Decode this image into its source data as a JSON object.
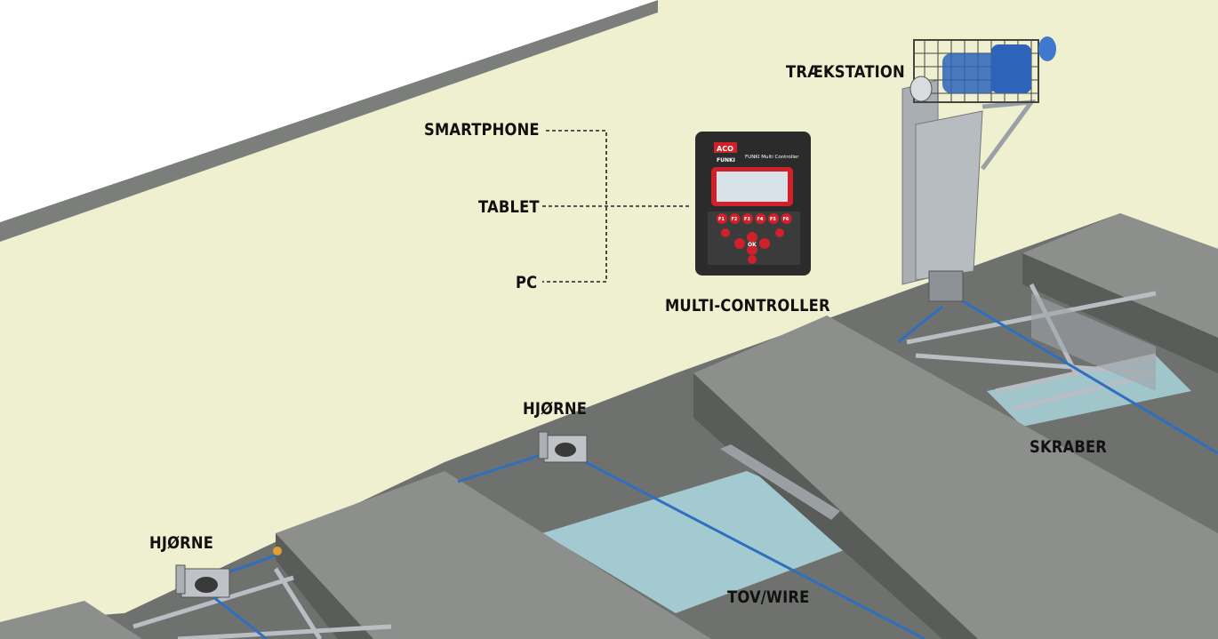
{
  "labels": {
    "smartphone": "SMARTPHONE",
    "tablet": "TABLET",
    "pc": "PC",
    "multi_controller": "MULTI-CONTROLLER",
    "traekstation": "TRÆKSTATION",
    "hjoerne_upper": "HJØRNE",
    "hjoerne_lower": "HJØRNE",
    "skraber": "SKRABER",
    "tov_wire": "TOV/WIRE"
  },
  "controller": {
    "brand": "ACO",
    "subbrand": "FUNKI",
    "title": "FUNKI Multi Controller",
    "function_keys": [
      "F1",
      "F2",
      "F3",
      "F4",
      "F5",
      "F6"
    ],
    "ok_key": "OK"
  },
  "colors": {
    "wall": "#eef0cf",
    "floor": "#6f716e",
    "slab_top": "#8d8f8c",
    "slab_side": "#5a5c59",
    "water": "#a9d4dc",
    "wire": "#2f6fbf",
    "controller_body": "#2b2b2b",
    "controller_red": "#d0202a",
    "motor_blue": "#2d63b8",
    "steel": "#b9bec4"
  }
}
